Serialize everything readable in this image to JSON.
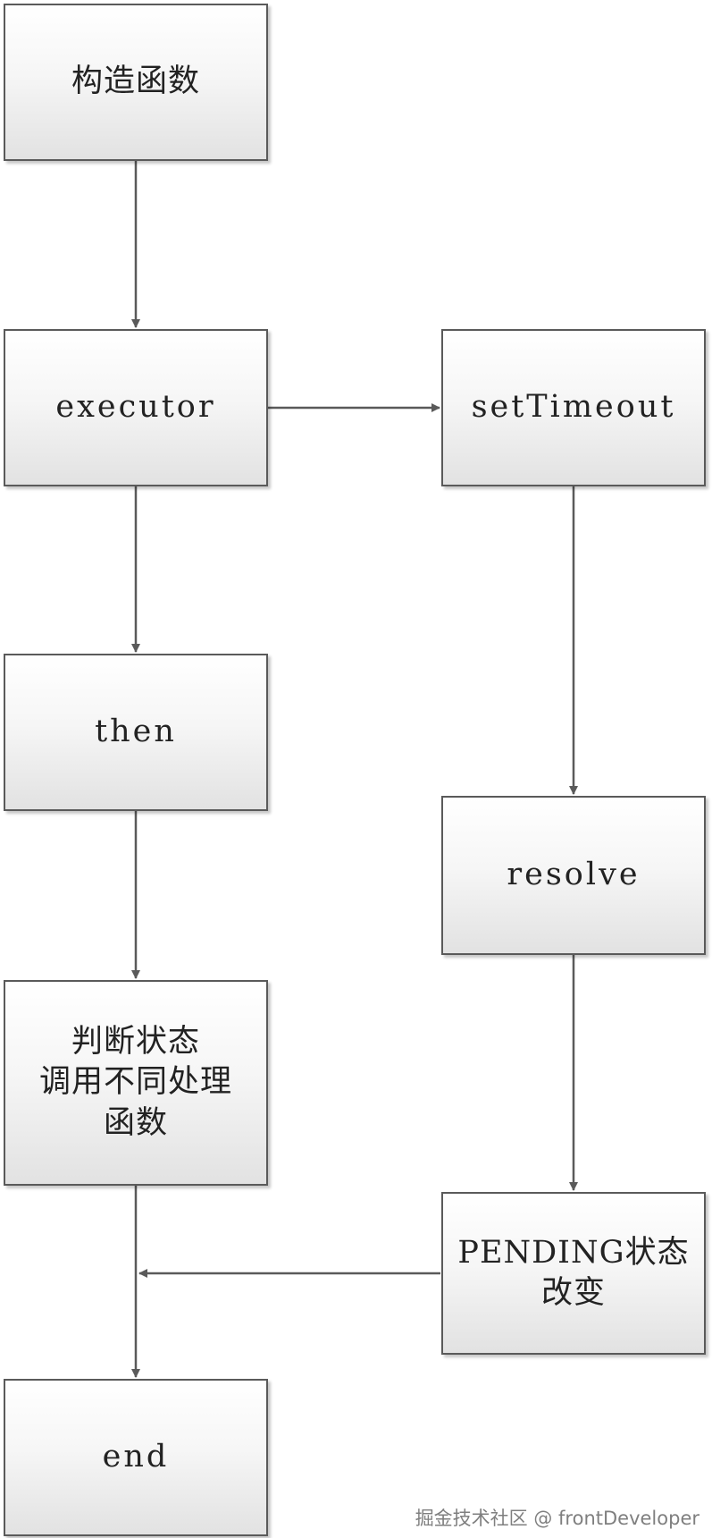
{
  "diagram": {
    "nodes": [
      {
        "id": "constructor",
        "label": "构造函数"
      },
      {
        "id": "executor",
        "label": "executor"
      },
      {
        "id": "settimeout",
        "label": "setTimeout"
      },
      {
        "id": "then",
        "label": "then"
      },
      {
        "id": "resolve",
        "label": "resolve"
      },
      {
        "id": "judge",
        "label": "判断状态\n调用不同处理\n函数"
      },
      {
        "id": "pending",
        "label": "PENDING状态\n改变"
      },
      {
        "id": "end",
        "label": "end"
      }
    ],
    "edges": [
      {
        "from": "constructor",
        "to": "executor"
      },
      {
        "from": "executor",
        "to": "settimeout"
      },
      {
        "from": "executor",
        "to": "then"
      },
      {
        "from": "then",
        "to": "judge"
      },
      {
        "from": "settimeout",
        "to": "resolve"
      },
      {
        "from": "resolve",
        "to": "pending"
      },
      {
        "from": "judge",
        "to": "end"
      },
      {
        "from": "pending",
        "to": "judge-end-line"
      }
    ],
    "colors": {
      "line": "#5a5a5a",
      "border": "#5a5a5a"
    }
  },
  "watermark": "掘金技术社区 @ frontDeveloper"
}
